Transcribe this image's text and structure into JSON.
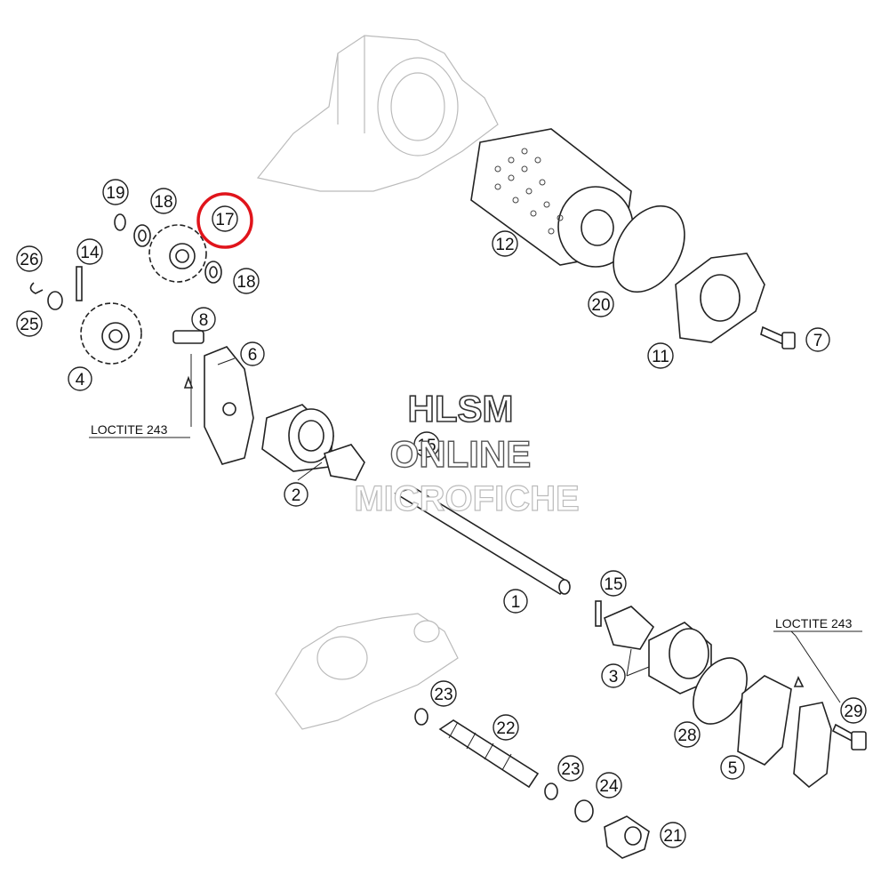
{
  "watermark": {
    "line1": "HLSM",
    "line2": "ONLINE",
    "line3": "MICROFICHE"
  },
  "labels": {
    "loctite_left": "LOCTITE 243",
    "loctite_right": "LOCTITE 243"
  },
  "callouts": {
    "p1": "1",
    "p2": "2",
    "p3": "3",
    "p4": "4",
    "p5": "5",
    "p6": "6",
    "p7": "7",
    "p8": "8",
    "p11": "11",
    "p12": "12",
    "p14": "14",
    "p15a": "15",
    "p15b": "15",
    "p17": "17",
    "p18a": "18",
    "p18b": "18",
    "p19": "19",
    "p20": "20",
    "p21": "21",
    "p22": "22",
    "p23a": "23",
    "p23b": "23",
    "p24": "24",
    "p25": "25",
    "p26": "26",
    "p28": "28",
    "p29": "29"
  },
  "highlight": {
    "color": "#e0141b",
    "part": "17"
  }
}
